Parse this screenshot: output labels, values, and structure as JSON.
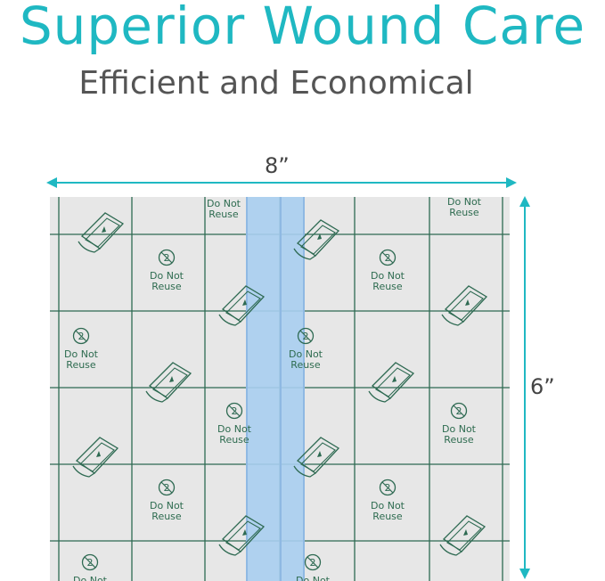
{
  "headline": {
    "title": "Superior Wound Care",
    "subtitle": "Efficient and Economical"
  },
  "dimensions": {
    "width_label": "8”",
    "height_label": "6”"
  },
  "colors": {
    "accent": "#1fb8c2",
    "grid": "#2e6a52",
    "strip": "#a9cef0"
  },
  "sheet": {
    "marking_line1": "Do Not",
    "marking_line2": "Reuse",
    "icons": [
      "do-not-reuse-icon",
      "peel-tab-icon"
    ]
  }
}
